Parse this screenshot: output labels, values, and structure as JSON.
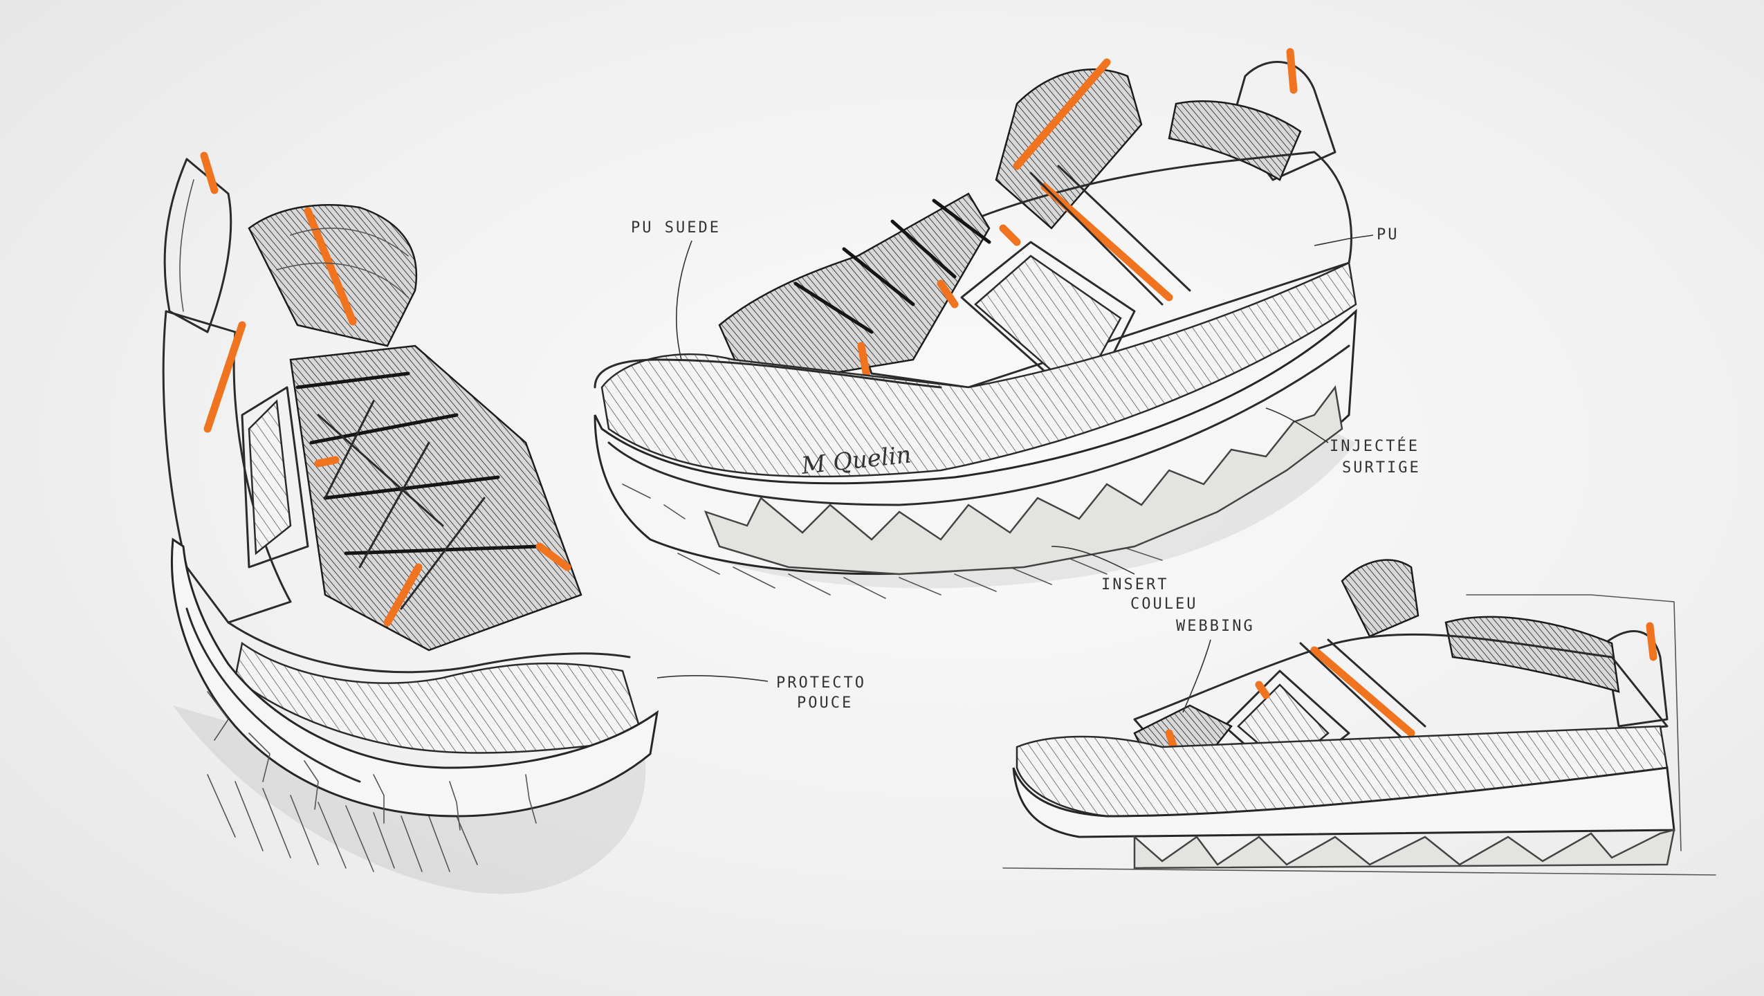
{
  "colors": {
    "paper": "#f3f3f3",
    "ink": "#2b2b2b",
    "accent": "#f0731f",
    "sole_insert": "#e3e3df"
  },
  "annotations": {
    "pu_suede": "PU SUEDE",
    "pu": "PU",
    "injectee_line1": "INJECTÉE",
    "injectee_line2": "SURTIGE",
    "insert_line1": "INSERT",
    "insert_line2": "COULEU",
    "webbing": "WEBBING",
    "protecto_line1": "PROTECTO",
    "protecto_line2": "POUCE"
  },
  "signature": "M Quelin"
}
